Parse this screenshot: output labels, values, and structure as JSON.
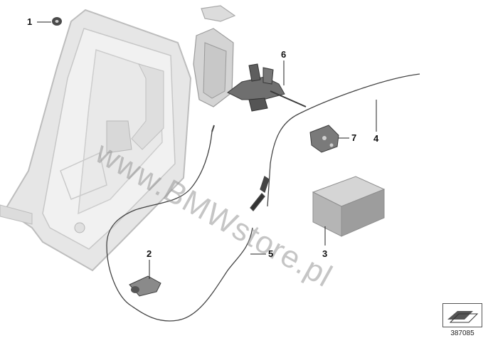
{
  "callouts": {
    "c1": "1",
    "c2": "2",
    "c3": "3",
    "c4": "4",
    "c5": "5",
    "c6": "6",
    "c7": "7"
  },
  "watermark": "www.BMWstore.pl",
  "diagram_number": "387085",
  "colors": {
    "frame": "#e3e3e3",
    "frame_edge": "#c4c4c4",
    "part": "#7d7d7d",
    "part_dark": "#3f3f3f",
    "cable": "#444444",
    "box_top": "#d2d2d2",
    "box_side": "#9a9a9a"
  }
}
